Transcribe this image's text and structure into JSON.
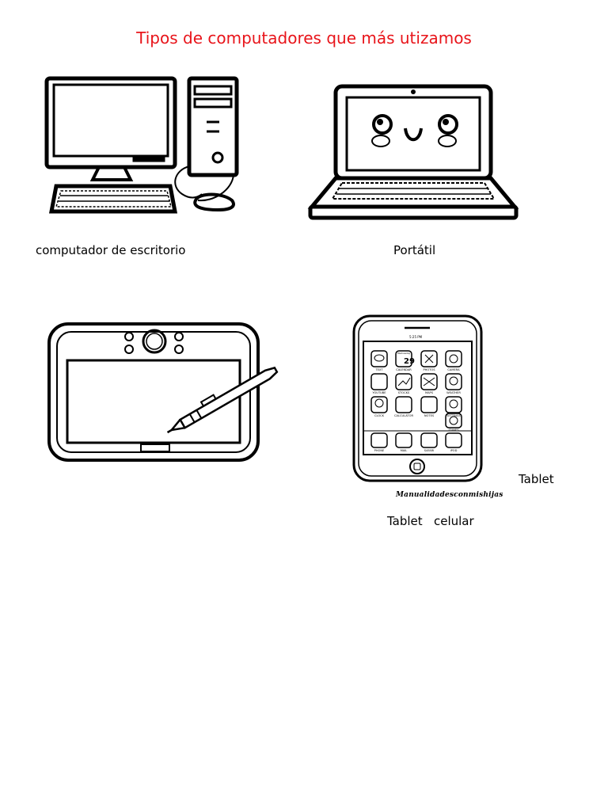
{
  "page": {
    "title": "Tipos de computadores que más utizamos",
    "title_color": "#e8141a"
  },
  "items": [
    {
      "label": "computador de escritorio",
      "icon": "desktop-computer-icon"
    },
    {
      "label": "Portátil",
      "icon": "laptop-icon"
    },
    {
      "label": "Tablet",
      "icon": "graphics-tablet-icon"
    },
    {
      "label": "Tablet   celular",
      "icon": "smartphone-icon"
    }
  ],
  "phone": {
    "status_time": "5:25 PM",
    "calendar_month": "Wednesday",
    "calendar_day": "29",
    "apps_row1": [
      "TEXT",
      "CALENDAR",
      "PHOTOS",
      "CAMERA"
    ],
    "apps_row2": [
      "YOUTUBE",
      "STOCKS",
      "MAPS",
      "WEATHER"
    ],
    "apps_row3": [
      "CLOCK",
      "CALCULATOR",
      "NOTES",
      "SETTINGS"
    ],
    "apps_row4": [
      "iTUNES"
    ],
    "dock": [
      "PHONE",
      "MAIL",
      "SAFARI",
      "iPOD"
    ]
  },
  "watermark": "Manualidadesconmishijas"
}
